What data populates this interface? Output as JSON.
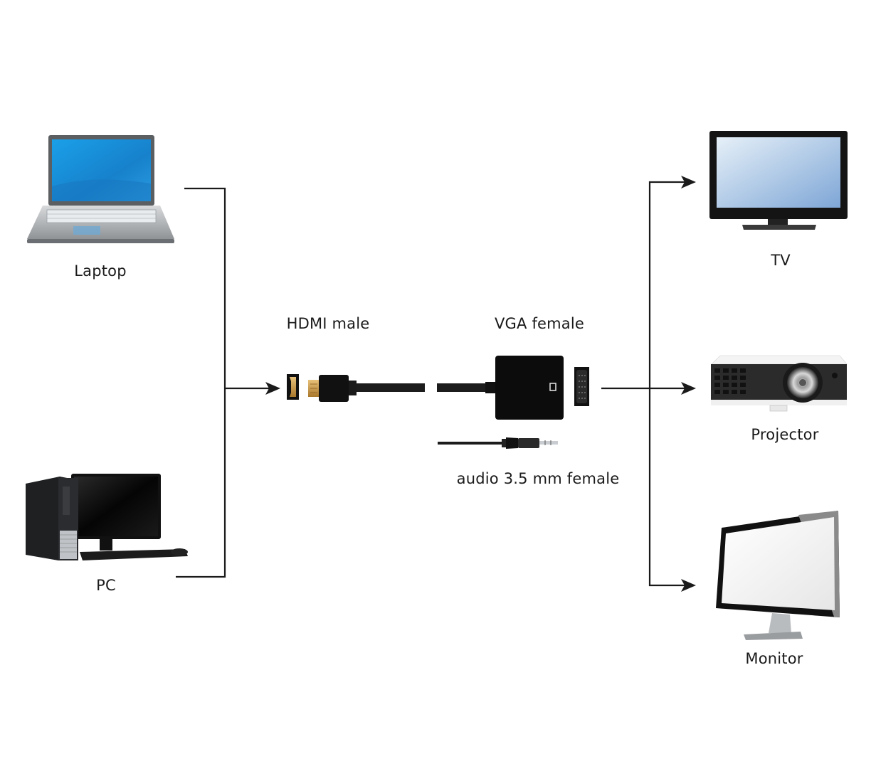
{
  "diagram": {
    "title": "HDMI to VGA adapter connection diagram",
    "sources": [
      {
        "id": "laptop",
        "label": "Laptop",
        "icon": "laptop-icon"
      },
      {
        "id": "pc",
        "label": "PC",
        "icon": "desktop-pc-icon"
      }
    ],
    "adapter": {
      "input": {
        "label": "HDMI male",
        "icon": "hdmi-connector-icon"
      },
      "output": {
        "label": "VGA female",
        "icon": "vga-connector-icon"
      },
      "audio": {
        "label": "audio 3.5 mm female",
        "icon": "audio-jack-icon"
      }
    },
    "targets": [
      {
        "id": "tv",
        "label": "TV",
        "icon": "tv-icon"
      },
      {
        "id": "projector",
        "label": "Projector",
        "icon": "projector-icon"
      },
      {
        "id": "monitor",
        "label": "Monitor",
        "icon": "monitor-icon"
      }
    ],
    "connections": [
      {
        "from": "laptop",
        "to": "hdmi-input"
      },
      {
        "from": "pc",
        "to": "hdmi-input"
      },
      {
        "from": "vga-output",
        "to": "tv"
      },
      {
        "from": "vga-output",
        "to": "projector"
      },
      {
        "from": "vga-output",
        "to": "monitor"
      }
    ],
    "colors": {
      "line": "#1a1a1a",
      "laptop_screen": "#1e88d6",
      "tv_screen": "#8fb6e0",
      "hdmi_gold": "#c9a04a",
      "device_black": "#111111"
    }
  }
}
